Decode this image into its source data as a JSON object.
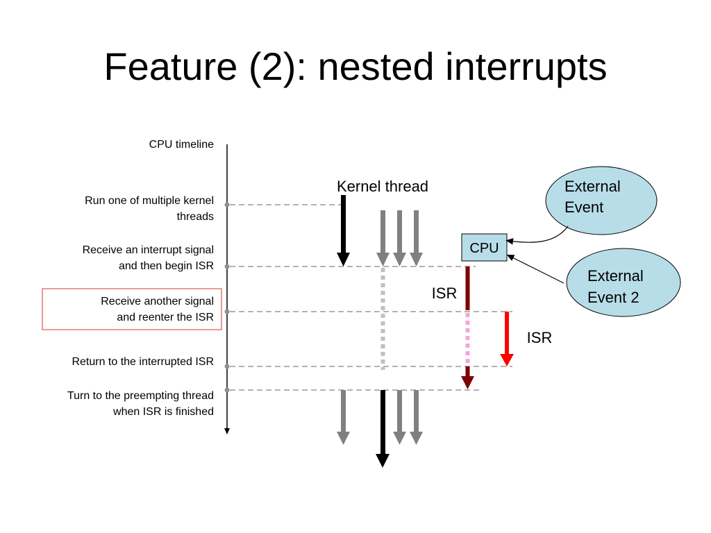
{
  "title": "Feature (2): nested interrupts",
  "timeline": {
    "label": "CPU timeline",
    "steps": [
      {
        "line1": "Run one of multiple kernel",
        "line2": "threads",
        "highlighted": false
      },
      {
        "line1": "Receive an interrupt signal",
        "line2": "and then begin ISR",
        "highlighted": false
      },
      {
        "line1": "Receive another signal",
        "line2": "and reenter the ISR",
        "highlighted": true
      },
      {
        "line1": "Return to the interrupted ISR",
        "line2": "",
        "highlighted": false
      },
      {
        "line1": "Turn to the preempting thread",
        "line2": "when ISR is finished",
        "highlighted": false
      }
    ]
  },
  "diagram": {
    "kernel_thread_label": "Kernel thread",
    "cpu_label": "CPU",
    "isr_label_1": "ISR",
    "isr_label_2": "ISR",
    "external_event_1": {
      "line1": "External",
      "line2": "Event"
    },
    "external_event_2": {
      "line1": "External",
      "line2": "Event 2"
    }
  },
  "colors": {
    "timeline_axis": "#000000",
    "dashed_line": "#999999",
    "thread_arrow_active": "#000000",
    "thread_arrow_waiting": "#808080",
    "suspended_dotted": "#c0c0c0",
    "isr_1": "#7f0000",
    "isr_2": "#ff0000",
    "isr_1_suspended": "#f4a6d7",
    "cpu_box_fill": "#b7dde8",
    "event_fill": "#b7dde8",
    "highlight_border": "#d9342b"
  }
}
